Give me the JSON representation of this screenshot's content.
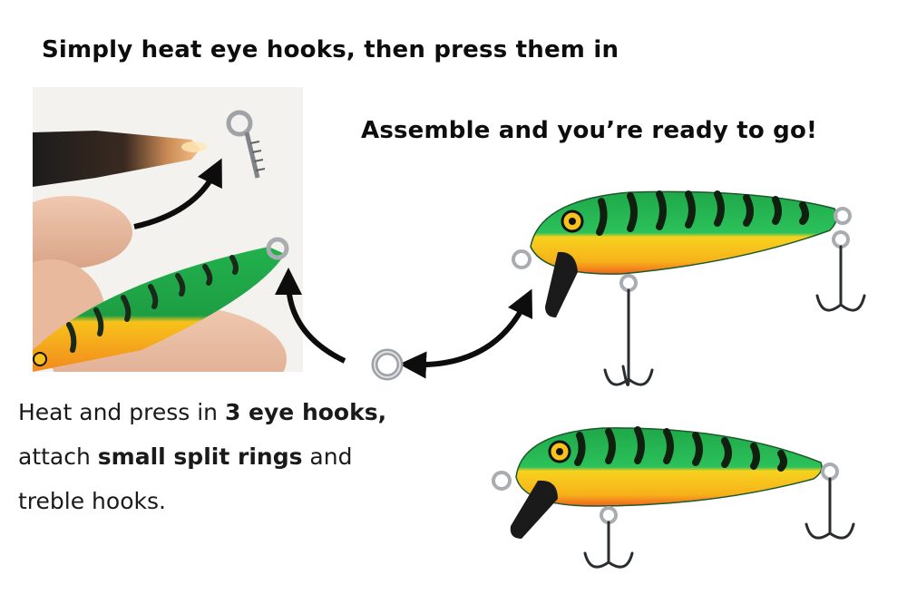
{
  "headline_top": "Simply heat eye hooks, then press them in",
  "headline_right": "Assemble and you’re ready to go!",
  "caption": {
    "line1_a": "Heat and press in ",
    "line1_b": "3 eye hooks",
    "line1_c": ",",
    "line2_a": "attach ",
    "line2_b": "small split rings",
    "line2_c": " and",
    "line3": "treble hooks."
  },
  "colors": {
    "lure_green": "#1fa84a",
    "lure_yellow": "#f7c21a",
    "lure_orange": "#f0641e",
    "stripe": "#1a2a1a",
    "metal": "#b8bcc0"
  }
}
